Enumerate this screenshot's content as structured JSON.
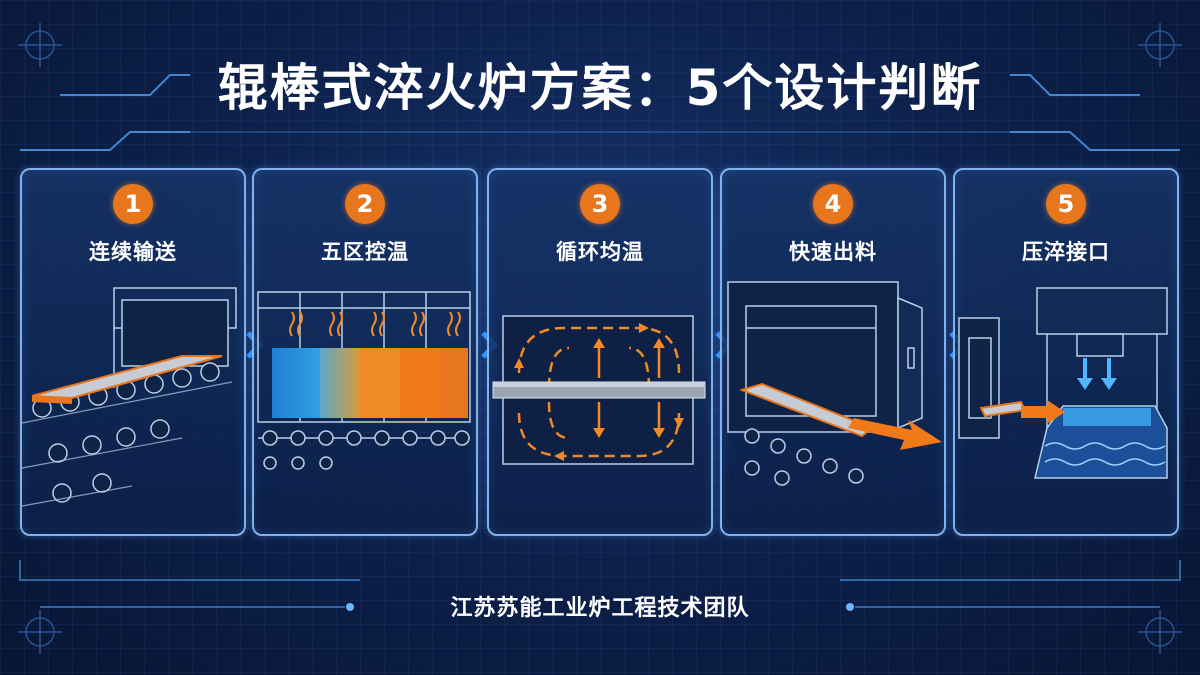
{
  "title": "辊棒式淬火炉方案：5个设计判断",
  "steps": [
    {
      "number": "1",
      "label": "连续输送",
      "icon": "roller-conveyor-icon"
    },
    {
      "number": "2",
      "label": "五区控温",
      "icon": "heating-zones-icon"
    },
    {
      "number": "3",
      "label": "循环均温",
      "icon": "air-circulation-icon"
    },
    {
      "number": "4",
      "label": "快速出料",
      "icon": "fast-discharge-icon"
    },
    {
      "number": "5",
      "label": "压淬接口",
      "icon": "press-quench-icon"
    }
  ],
  "footer": "江苏苏能工业炉工程技术团队",
  "colors": {
    "accent": "#e8761c",
    "line": "#7fb2ee",
    "background": "#0c1f48",
    "arrow": "#2f8fff"
  }
}
